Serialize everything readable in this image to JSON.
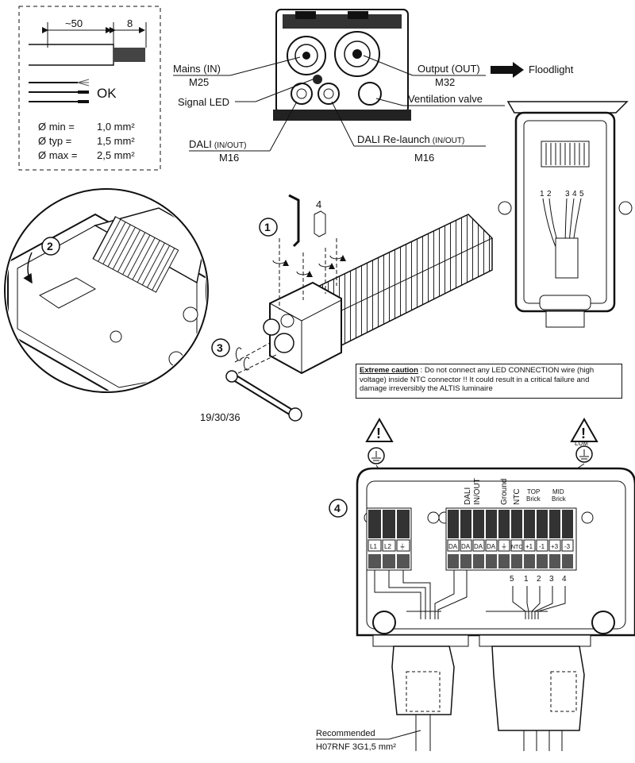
{
  "wire_spec": {
    "dim_strip": "~50",
    "dim_end": "8",
    "ok": "OK",
    "min_label": "Ø min =",
    "min_value": "1,0 mm²",
    "typ_label": "Ø typ =",
    "typ_value": "1,5 mm²",
    "max_label": "Ø max =",
    "max_value": "2,5 mm²"
  },
  "connector_labels": {
    "mains": "Mains (IN)",
    "mains_size": "M25",
    "signal_led": "Signal LED",
    "dali": "DALI",
    "dali_inout": "(IN/OUT)",
    "dali_size": "M16",
    "output": "Output (OUT)",
    "output_size": "M32",
    "floodlight": "Floodlight",
    "ventilation": "Ventilation valve",
    "relaunch": "DALI Re-launch",
    "relaunch_inout": "(IN/OUT)",
    "relaunch_size": "M16"
  },
  "steps": {
    "s1": "1",
    "s2": "2",
    "s3": "3",
    "s4": "4",
    "hex_size": "4",
    "wrench_sizes": "19/30/36"
  },
  "ntc_numbers": [
    "1",
    "2",
    "3",
    "4",
    "5"
  ],
  "caution": {
    "title": "Extreme caution",
    "text": " : Do not connect any LED CONNECTION wire (high voltage) inside NTC connector !! It could result in a critical failure and damage irreversibly the ALTIS luminaire"
  },
  "terminal": {
    "lum": "LUM",
    "dali_header": "DALI",
    "dali_inout_header": "IN/OUT",
    "ground_header": "Ground",
    "ntc_header": "NTC",
    "top_header": "TOP",
    "top_brick": "Brick",
    "mid_header": "MID",
    "mid_brick": "Brick",
    "mains_terms": [
      "L1",
      "L2",
      "⏚"
    ],
    "right_terms": [
      "DA",
      "DA",
      "DA",
      "DA",
      "⏚",
      "NTC",
      "+1",
      "-1",
      "+3",
      "-3"
    ],
    "wire_numbers": [
      "5",
      "1",
      "2",
      "3",
      "4"
    ]
  },
  "cable": {
    "recommended": "Recommended",
    "spec": "H07RNF 3G1,5 mm²"
  }
}
